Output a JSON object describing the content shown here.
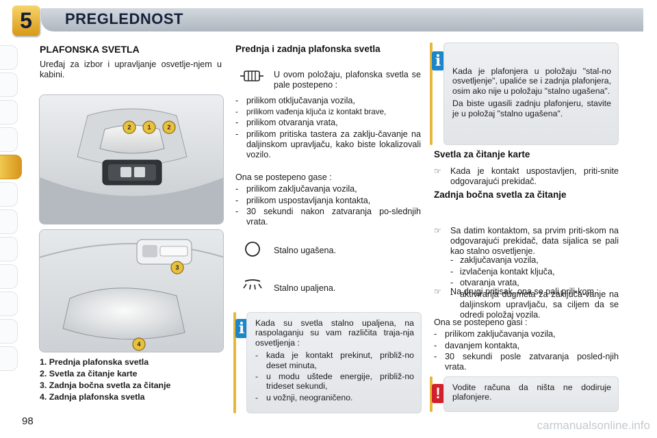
{
  "header": {
    "chapter_number": "5",
    "title": "PREGLEDNOST"
  },
  "left": {
    "heading": "PLAFONSKA SVETLA",
    "intro": "Uređaj za izbor i upravljanje osvetlje-njem u kabini.",
    "figure1_callouts": [
      "2",
      "1",
      "2"
    ],
    "figure2_callouts": [
      "3",
      "4"
    ],
    "legend": [
      "1.  Prednja plafonska svetla",
      "2.  Svetla za čitanje karte",
      "3.  Zadnja bočna svetla za čitanje",
      "4.  Zadnja plafonska svetla"
    ],
    "page_number": "98"
  },
  "middle": {
    "heading": "Prednja i zadnja plafonska svetla",
    "auto_mode_text": "U ovom položaju, plafonska svetla se pale postepeno :",
    "on_list": [
      "prilikom otključavanja vozila,",
      "prilikom vađenja ključa iz kontakt brave,",
      "prilikom otvaranja vrata,",
      "prilikom pritiska tastera za zaklju-čavanje na daljinskom upravljaču, kako biste lokalizovali vozilo."
    ],
    "off_intro": "Ona se postepeno gase :",
    "off_list": [
      "prilikom zaključavanja vozila,",
      "prilikom uspostavljanja kontakta,",
      "30 sekundi nakon zatvaranja po-slednjih vrata."
    ],
    "always_off": "Stalno ugašena.",
    "always_on": "Stalno upaljena.",
    "info": {
      "icon": "i",
      "text": "Kada su svetla stalno upaljena, na raspolaganju su vam različita traja-nja osvetljenja :",
      "list": [
        "kada je kontakt prekinut, približ-no deset minuta,",
        "u modu uštede energije, približ-no trideset sekundi,",
        "u vožnji, neograničeno."
      ]
    }
  },
  "right": {
    "info": {
      "icon": "i",
      "p1": "Kada je plafonjera u položaju \"stal-no osvetljenje\", upaliće se i zadnja plafonjera, osim ako nije u položaju \"stalno ugašena\".",
      "p2": "Da biste ugasili zadnju plafonjeru, stavite je u položaj \"stalno ugašena\"."
    },
    "map_heading": "Svetla za čitanje karte",
    "map_bullet_symbol": "☞",
    "map_text": "Kada je kontakt uspostavljen, priti-snite odgovarajući prekidač.",
    "rear_heading": "Zadnja bočna svetla za čitanje",
    "rear_bullet_symbol": "☞",
    "rear_text1": "Sa datim kontaktom, sa prvim priti-skom na odgovarajući prekidač, data sijalica se pali kao stalno osvetljenje.",
    "rear_text2": "Na drugi pritisak, ona se pali prili-kom :",
    "rear_list": [
      "zaključavanja vozila,",
      "izvlačenja kontakt ključa,",
      "otvaranja vrata,",
      "aktiviranja dugmeta za zaključa-vanje na daljinskom upravljaču, sa ciljem da se odredi položaj vozila."
    ],
    "off_intro": "Ona se postepeno gasi :",
    "off_list": [
      "prilikom zaključavanja vozila,",
      "davanjem kontakta,",
      "30 sekundi posle zatvaranja posled-njih vrata."
    ],
    "warning": {
      "icon": "!",
      "text": "Vodite računa da ništa ne dodiruje plafonjere."
    }
  },
  "watermark": "carmanualsonline.info",
  "colors": {
    "accent_gold": "#e5b83a",
    "info_blue": "#1d86c8",
    "warning_red": "#d2202c",
    "header_text": "#16223a"
  }
}
